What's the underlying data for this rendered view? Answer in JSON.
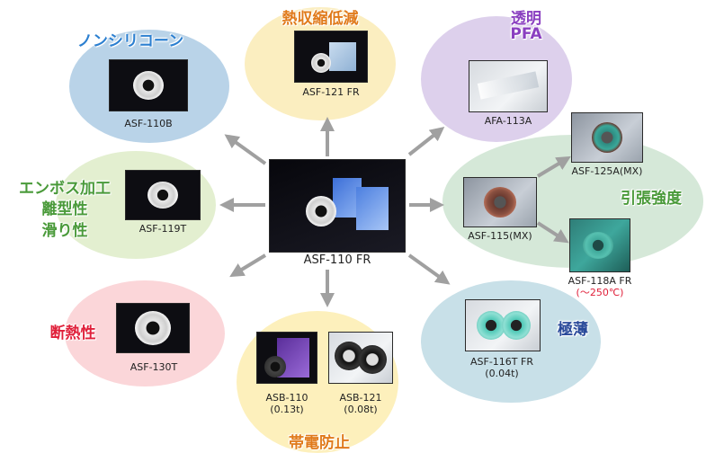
{
  "center": {
    "label": "ASF-110 FR"
  },
  "categories": {
    "non_silicone": "ノンシリコーン",
    "heat_shrink": "熱収縮低減",
    "transparent": "透明",
    "transparent_sub": "PFA",
    "emboss_1": "エンボス加工",
    "emboss_2": "離型性",
    "emboss_3": "滑り性",
    "tensile": "引張強度",
    "insulation": "断熱性",
    "ultrathin": "極薄",
    "antistatic": "帯電防止"
  },
  "products": {
    "asf110b": "ASF-110B",
    "asf121fr": "ASF-121 FR",
    "afa113a": "AFA-113A",
    "asf119t": "ASF-119T",
    "asf115mx": "ASF-115(MX)",
    "asf125amx": "ASF-125A(MX)",
    "asf118afr": "ASF-118A FR",
    "asf118afr_note": "(～250℃)",
    "asf130t": "ASF-130T",
    "asf116tfr": "ASF-116T FR",
    "asf116tfr_note": "(0.04t)",
    "asb110": "ASB-110",
    "asb110_note": "(0.13t)",
    "asb121": "ASB-121",
    "asb121_note": "(0.08t)"
  },
  "colors": {
    "blue_blob": "#b9d3e8",
    "orange_blob": "#fbeec0",
    "purple_blob": "#ddd0ec",
    "green_light_blob": "#e3efd0",
    "green_blob": "#d5e8d8",
    "pink_blob": "#fbd6d9",
    "teal_blob": "#c8e0e8",
    "yellow_blob": "#fdf0bc",
    "blue_text": "#2b7fd0",
    "orange_text": "#e07a1a",
    "purple_text": "#8a3fc0",
    "green_text": "#4a9a3a",
    "red_text": "#e0203a",
    "navy_text": "#2a4a9a",
    "arrow": "#a0a0a0"
  }
}
